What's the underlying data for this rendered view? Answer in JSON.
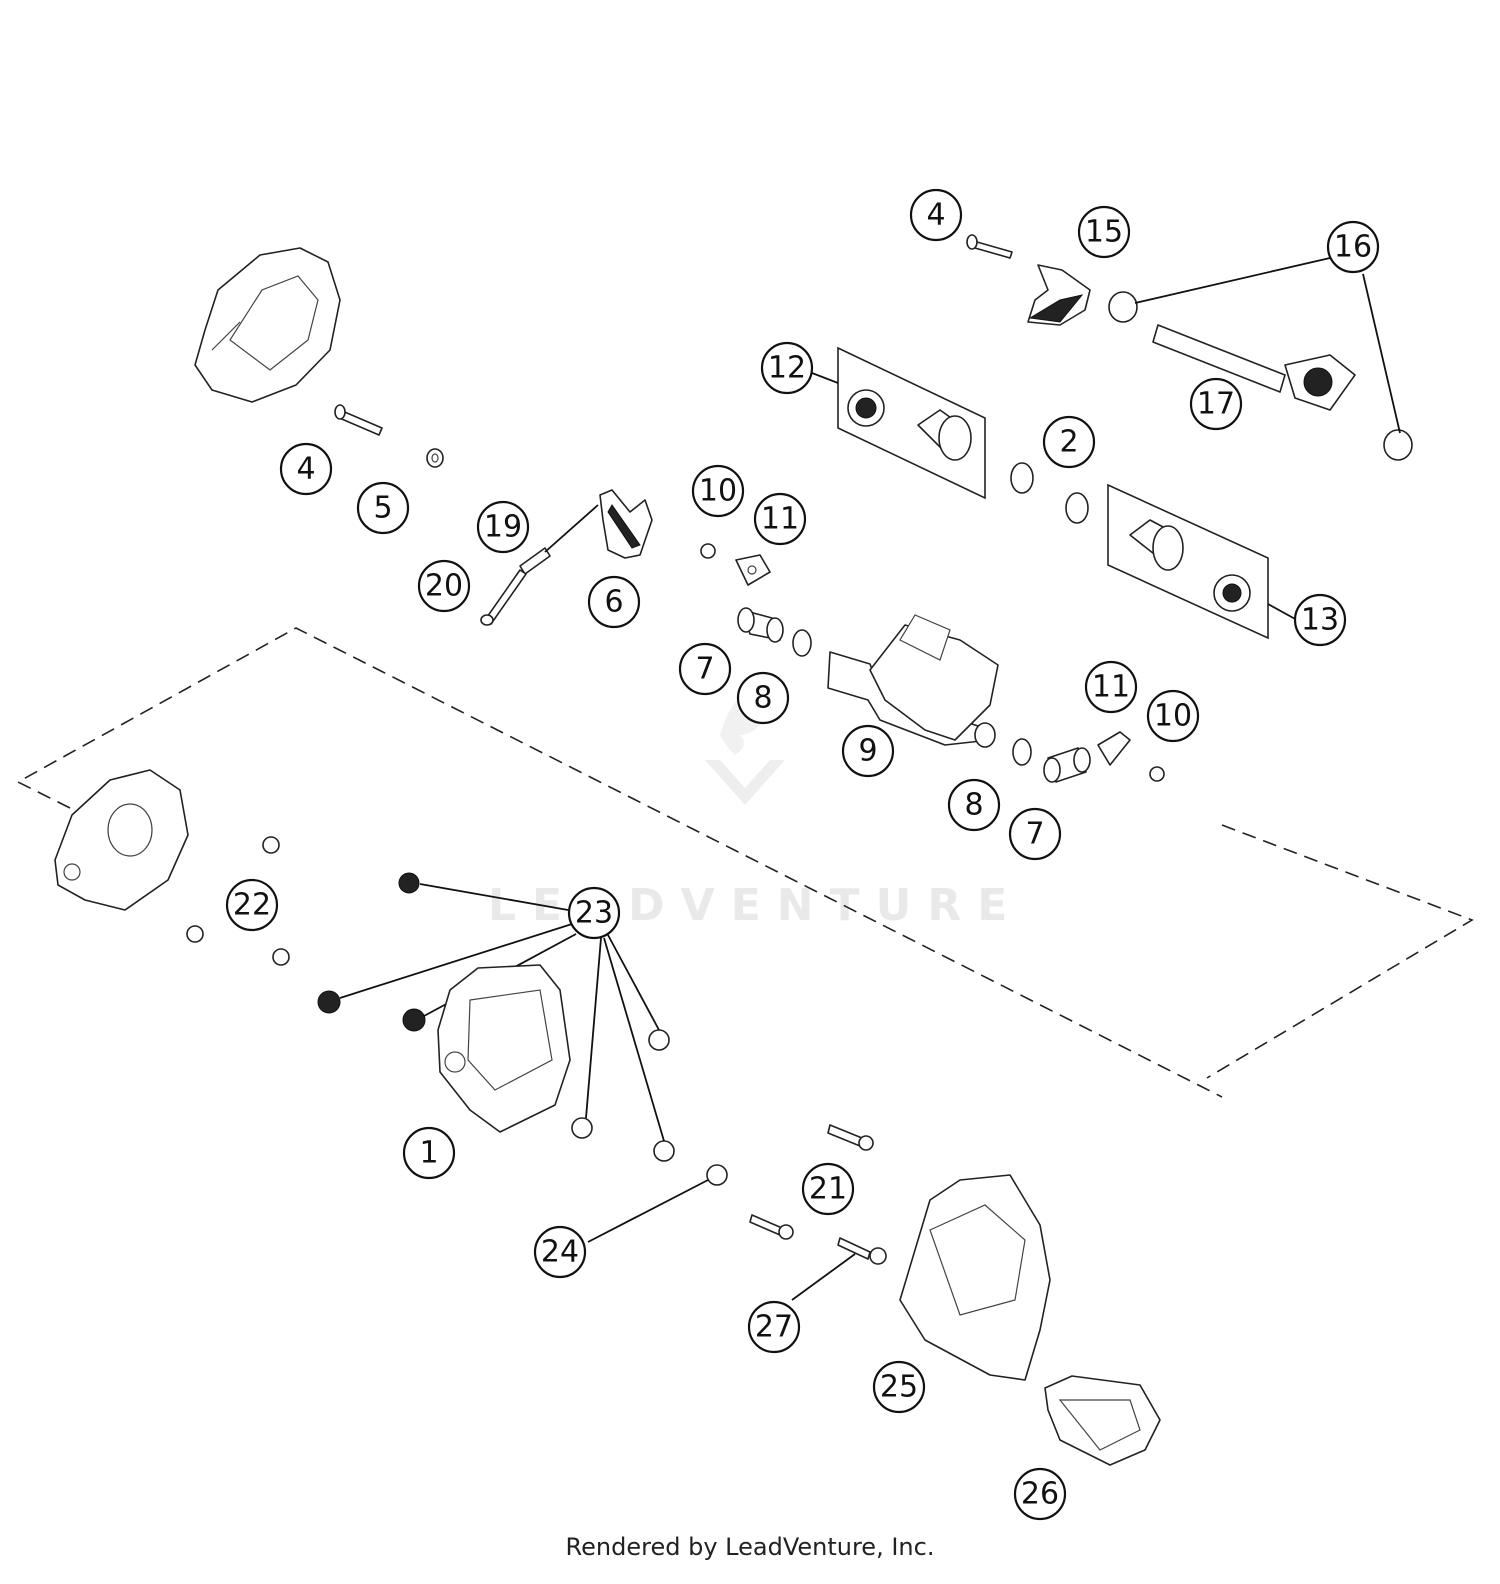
{
  "callouts": [
    "1",
    "2",
    "4",
    "4",
    "5",
    "6",
    "7",
    "7",
    "8",
    "8",
    "9",
    "10",
    "10",
    "11",
    "11",
    "12",
    "13",
    "15",
    "16",
    "17",
    "19",
    "20",
    "21",
    "22",
    "23",
    "24",
    "25",
    "26",
    "27"
  ],
  "watermark": "LEADVENTURE",
  "footer": "Rendered by LeadVenture, Inc."
}
